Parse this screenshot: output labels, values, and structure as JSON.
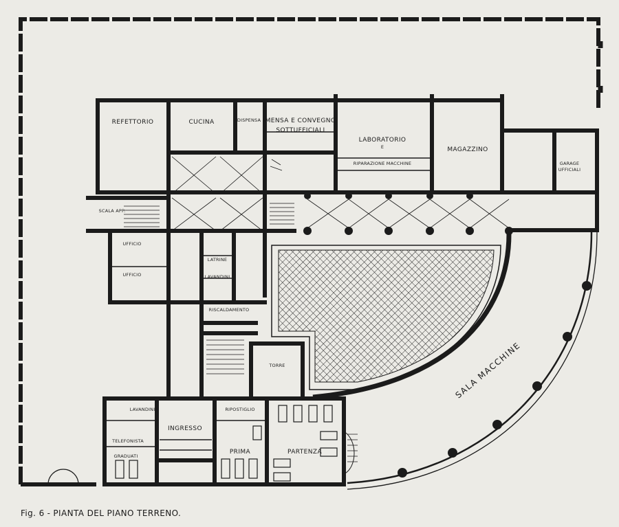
{
  "caption": {
    "figure": "Fig. 6",
    "separator": "-",
    "title": "PIANTA DEL PIANO TERRENO."
  },
  "rooms": {
    "refettorio": "REFETTORIO",
    "cucina": "CUCINA",
    "dispensa": "DISPENSA",
    "mensa_l1": "MENSA E CONVEGNO",
    "mensa_l2": "SOTTUFFICIALI",
    "laboratorio_l1": "LABORATORIO",
    "laboratorio_amp": "E",
    "laboratorio_l2": "RIPARAZIONE MACCHINE",
    "magazzino": "MAGAZZINO",
    "garage_l1": "GARAGE",
    "garage_l2": "UFFICIALI",
    "scala_app": "SCALA APP.",
    "ufficio_1": "UFFICIO",
    "ufficio_2": "UFFICIO",
    "lantrina": "LATRINE",
    "lavandini_1": "LAVANDINI",
    "riscaldamento": "RISCALDAMENTO",
    "torre": "TORRE",
    "lavandini_2": "LAVANDINI",
    "telefonista": "TELEFONISTA",
    "graduati": "GRADUATI",
    "ingresso": "INGRESSO",
    "ripostiglio": "RIPOSTIGLIO",
    "prima": "PRIMA",
    "partenza": "PARTENZA",
    "sala_macchine": "SALA MACCHINE"
  },
  "colors": {
    "paper": "#ecebe6",
    "ink": "#1b1b1b",
    "hatch": "#2a2a2a"
  }
}
